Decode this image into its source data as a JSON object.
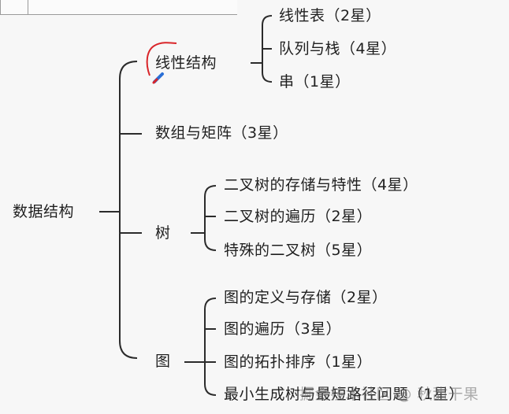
{
  "root": {
    "label": "数据结构"
  },
  "branches": [
    {
      "label": "线性结构",
      "children": [
        "线性表（2星）",
        "队列与栈（4星）",
        "串（1星）"
      ]
    },
    {
      "label": "数组与矩阵（3星）",
      "children": []
    },
    {
      "label": "树",
      "children": [
        "二叉树的存储与特性（4星）",
        "二叉树的遍历（2星）",
        "特殊的二叉树（5星）"
      ]
    },
    {
      "label": "图",
      "children": [
        "图的定义与存储（2星）",
        "图的遍历（3星）",
        "图的拓扑排序（1星）",
        "最小生成树与最短路径问题（1星）"
      ]
    }
  ],
  "watermark": {
    "text": "掘金技术社区 @ 秋甜干果"
  },
  "colors": {
    "line": "#2b2b2b",
    "pen_mark": "#d9262a",
    "pen_tip": "#2a6fd6"
  }
}
